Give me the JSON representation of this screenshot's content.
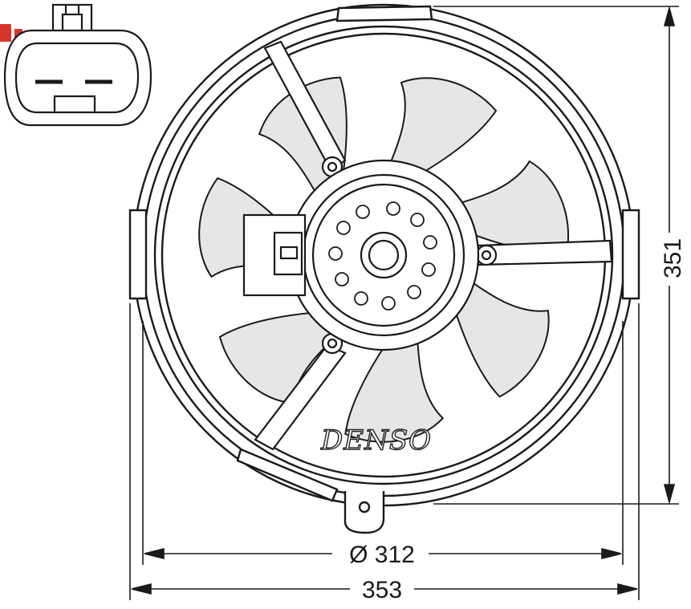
{
  "drawing": {
    "brand": "DENSO",
    "dimensions": {
      "height_label": "351",
      "inner_diameter_label": "Ø 312",
      "outer_width_label": "353"
    },
    "colors": {
      "line": "#1a1a1a",
      "blade_fill": "#e6e6e6",
      "corner_mark": "#d9342b",
      "background": "#ffffff"
    }
  }
}
